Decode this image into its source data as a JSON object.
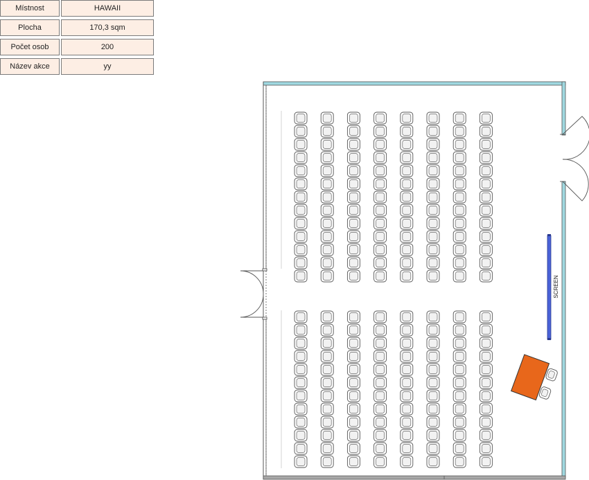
{
  "info_table": [
    {
      "label": "Místnost",
      "value": "HAWAII"
    },
    {
      "label": "Plocha",
      "value": "170,3 sqm"
    },
    {
      "label": "Počet osob",
      "value": "200"
    },
    {
      "label": "Název akce",
      "value": "yy"
    }
  ],
  "screen_label": "SCREEN",
  "seating": {
    "columns": 8,
    "top_block_rows": 13,
    "bottom_block_rows": 12
  },
  "colors": {
    "wall": "#9fd8e0",
    "screen": "#4a63d8",
    "desk": "#e8671b",
    "table_fill": "#fdeee4"
  }
}
